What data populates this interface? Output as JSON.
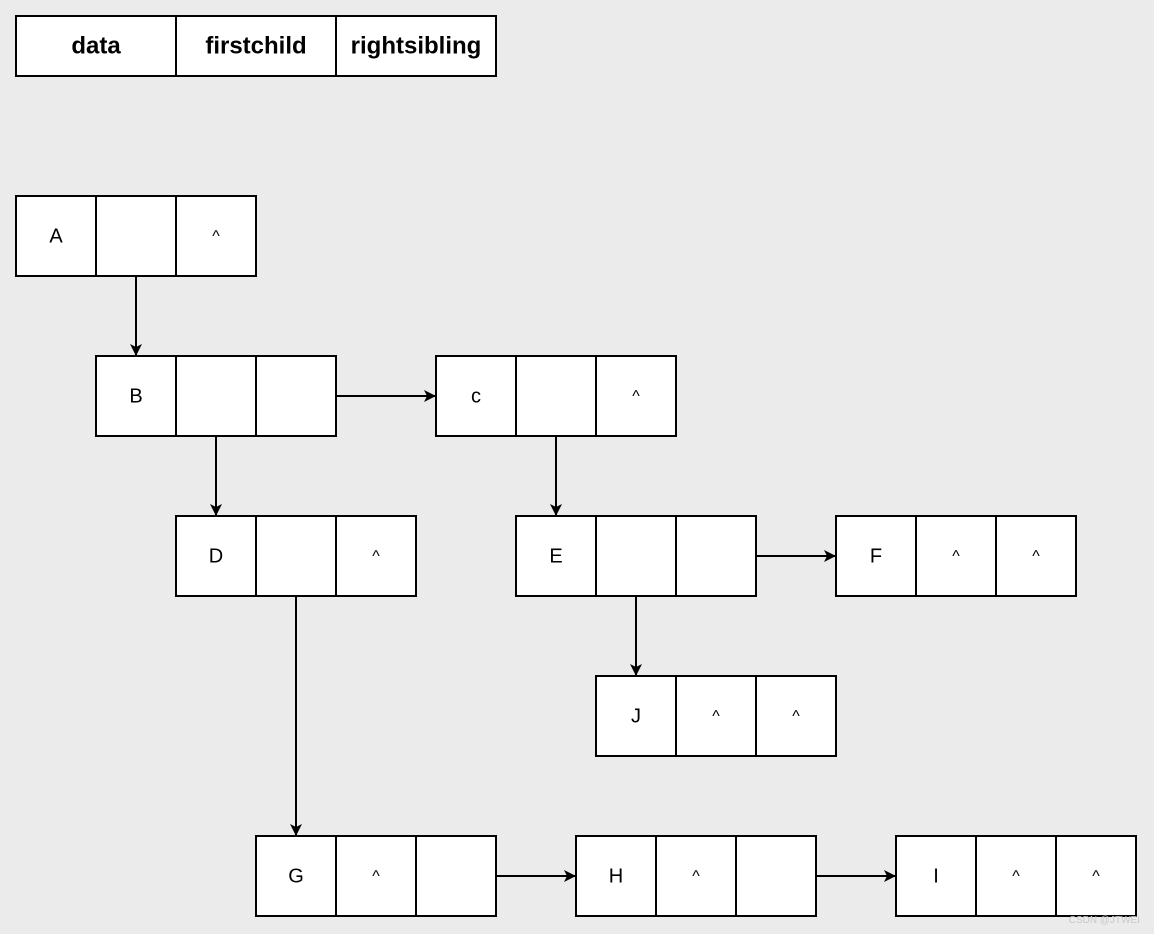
{
  "legend": {
    "fields": [
      "data",
      "firstchild",
      "rightsibling"
    ]
  },
  "null_symbol": "^",
  "nodes": [
    {
      "id": "A",
      "data": "A",
      "firstchild": "B",
      "rightsibling": null
    },
    {
      "id": "B",
      "data": "B",
      "firstchild": "D",
      "rightsibling": "c"
    },
    {
      "id": "c",
      "data": "c",
      "firstchild": "E",
      "rightsibling": null
    },
    {
      "id": "D",
      "data": "D",
      "firstchild": "G",
      "rightsibling": null
    },
    {
      "id": "E",
      "data": "E",
      "firstchild": "J",
      "rightsibling": "F"
    },
    {
      "id": "F",
      "data": "F",
      "firstchild": null,
      "rightsibling": null
    },
    {
      "id": "J",
      "data": "J",
      "firstchild": null,
      "rightsibling": null
    },
    {
      "id": "G",
      "data": "G",
      "firstchild": null,
      "rightsibling": "H"
    },
    {
      "id": "H",
      "data": "H",
      "firstchild": null,
      "rightsibling": "I"
    },
    {
      "id": "I",
      "data": "I",
      "firstchild": null,
      "rightsibling": null
    }
  ],
  "watermark": "CSDN @JTWEI"
}
